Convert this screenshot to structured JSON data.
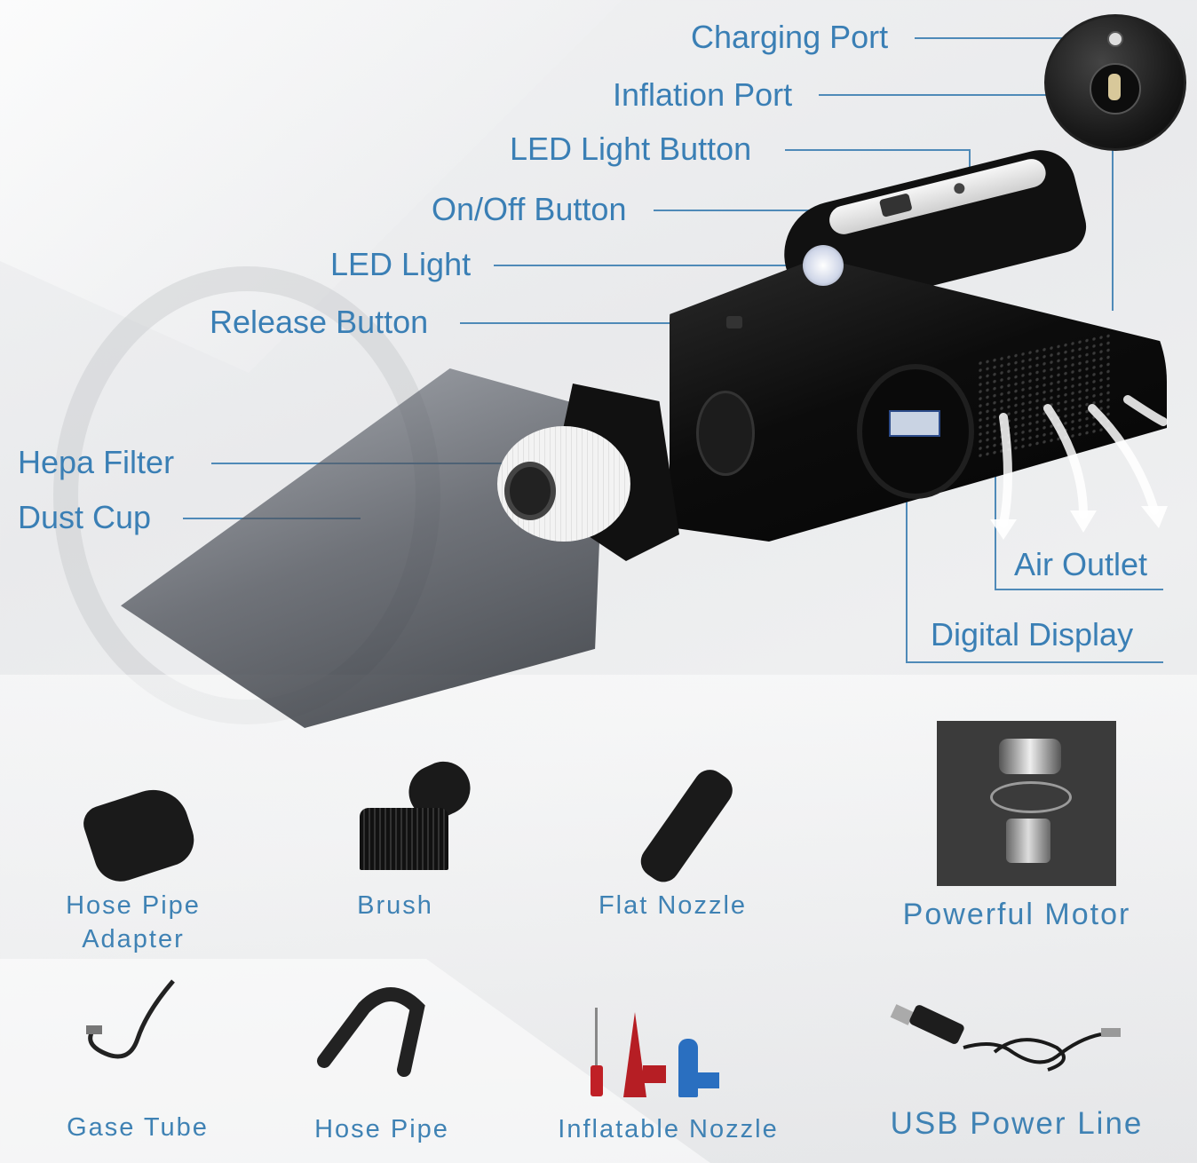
{
  "colors": {
    "label": "#3a7fb5",
    "leader_line": "#4f8ab8",
    "device_body": "#111111",
    "background": "#eceded"
  },
  "callouts": {
    "charging_port": "Charging Port",
    "inflation_port": "Inflation Port",
    "led_light_button": "LED Light Button",
    "on_off_button": "On/Off Button",
    "led_light": "LED Light",
    "release_button": "Release Button",
    "hepa_filter": "Hepa Filter",
    "dust_cup": "Dust Cup",
    "air_outlet": "Air Outlet",
    "digital_display": "Digital Display"
  },
  "accessories": [
    {
      "name": "Hose Pipe\nAdapter",
      "line1": "Hose Pipe",
      "line2": "Adapter"
    },
    {
      "name": "Brush"
    },
    {
      "name": "Flat Nozzle"
    },
    {
      "name": "Powerful Motor"
    },
    {
      "name": "Gase Tube"
    },
    {
      "name": "Hose Pipe"
    },
    {
      "name": "Inflatable Nozzle"
    },
    {
      "name": "USB Power Line"
    }
  ]
}
